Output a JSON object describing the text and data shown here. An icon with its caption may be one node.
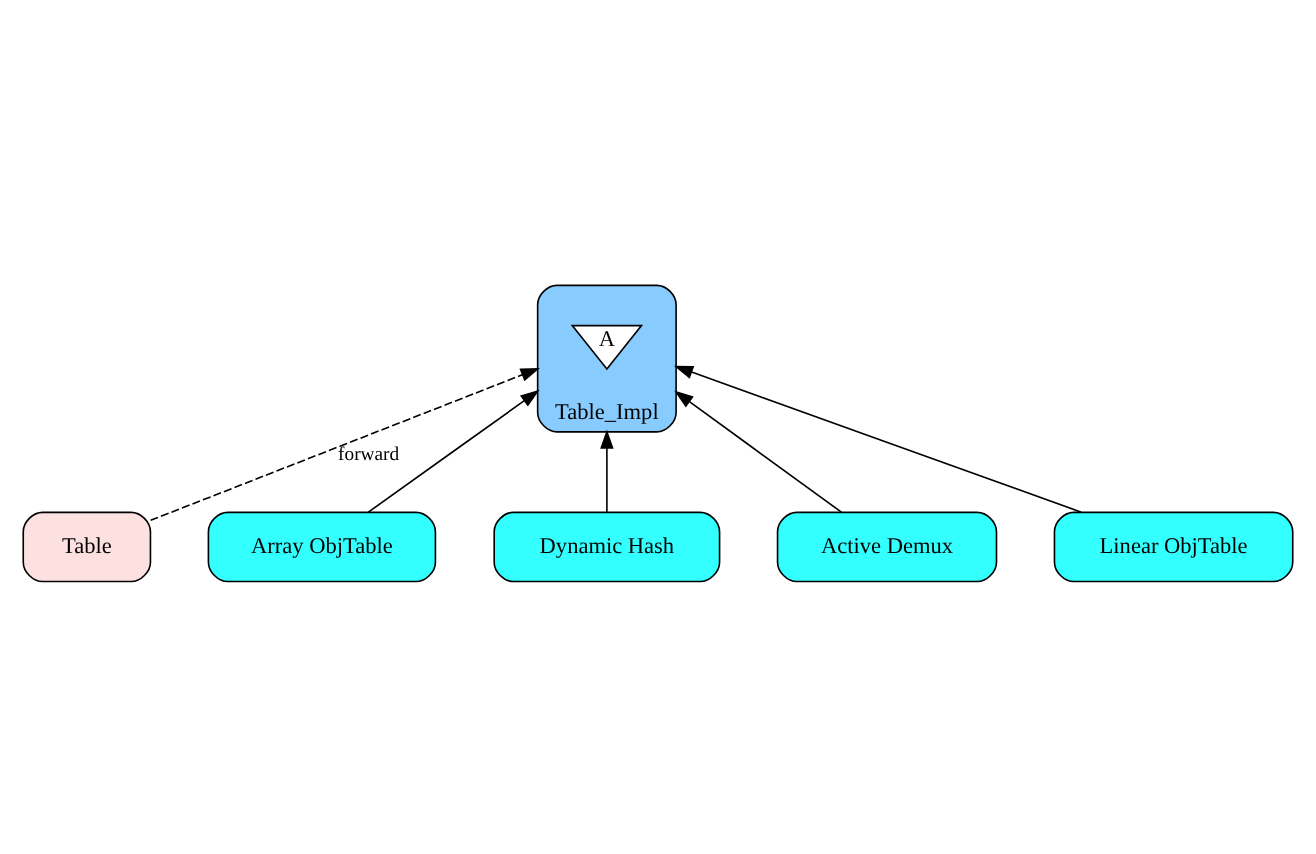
{
  "diagram": {
    "nodes": [
      {
        "text": [
          "Table"
        ]
      },
      {
        "text": [
          "Table_Impl"
        ]
      },
      {
        "text": [
          "A"
        ],
        "in": 1
      },
      {
        "text": [
          "Array ObjTable"
        ]
      },
      {
        "text": [
          "Dynamic Hash"
        ]
      },
      {
        "text": [
          "Active Demux"
        ]
      },
      {
        "text": [
          "Linear ObjTable"
        ]
      }
    ],
    "edges": [
      {
        "from": 0,
        "to": 1,
        "arrow": "to",
        "label": "forward",
        "style": "dashed"
      },
      {
        "from": 3,
        "to": 1,
        "arrow": "to"
      },
      {
        "from": 5,
        "to": 1,
        "arrow": "to"
      },
      {
        "from": 6,
        "to": 1,
        "arrow": "to"
      },
      {
        "from": 4,
        "to": 1,
        "arrow": "to"
      }
    ]
  }
}
